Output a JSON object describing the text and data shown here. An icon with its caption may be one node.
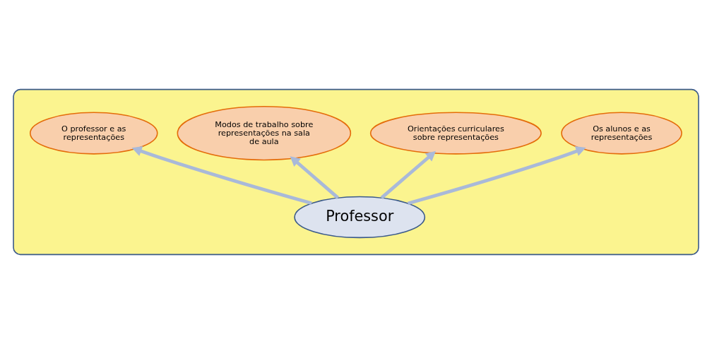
{
  "diagram": {
    "nodes": [
      {
        "text": [],
        "shape": "ellipse"
      },
      {
        "text": [
          "O professor e as representações"
        ],
        "in": 0
      },
      {
        "text": [
          "Modos de trabalho sobre representações na sala de aula"
        ],
        "in": 0
      },
      {
        "text": [
          "Orientações curriculares sobre representações"
        ],
        "in": 0
      },
      {
        "text": [
          "Os alunos e as representações"
        ],
        "in": 0
      },
      {
        "text": [
          "Professor"
        ],
        "in": 0
      }
    ],
    "edges": [
      {
        "from": 5,
        "to": 3,
        "arrow": "to"
      },
      {
        "from": 5,
        "to": 1,
        "arrow": "to"
      },
      {
        "from": 5,
        "to": 2,
        "arrow": "to"
      },
      {
        "from": 5,
        "to": 4,
        "arrow": "to"
      }
    ]
  }
}
